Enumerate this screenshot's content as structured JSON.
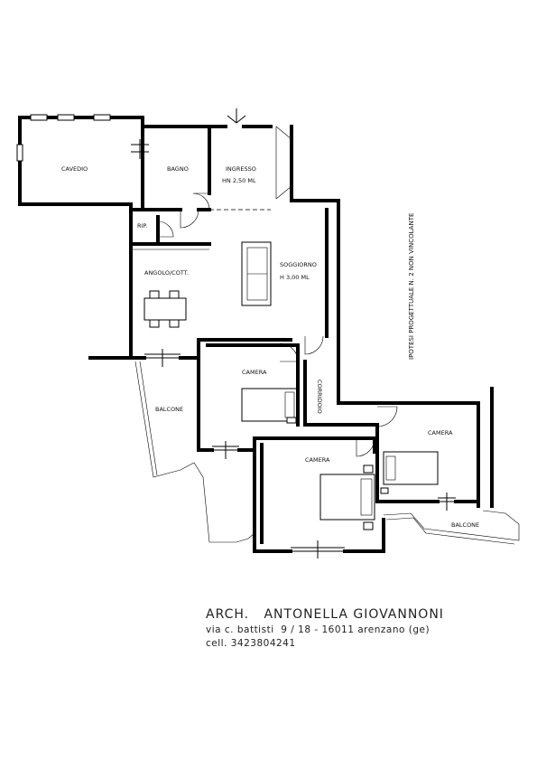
{
  "rooms": {
    "cavedio": "CAVEDIO",
    "bagno": "BAGNO",
    "ingresso": "INGRESSO",
    "ingresso_height": "HN 2,50 ML",
    "rip": "RIP.",
    "angolo_cott": "ANGOLO/COTT.",
    "soggiorno": "SOGGIORNO",
    "soggiorno_height": "H 3,00 ML",
    "balcone_1": "BALCONE",
    "camera_1": "CAMERA",
    "corridoio": "CORRIDOIO",
    "camera_2": "CAMERA",
    "camera_3": "CAMERA",
    "balcone_2": "BALCONE"
  },
  "note": "IPOTESI PROGETTUALE N. 2 NON VINCOLANTE",
  "footer": {
    "architect": "ARCH.   ANTONELLA GIOVANNONI",
    "address": "via c. battisti  9 / 18 - 16011 arenzano (ge)",
    "phone": "cell. 3423804241"
  }
}
